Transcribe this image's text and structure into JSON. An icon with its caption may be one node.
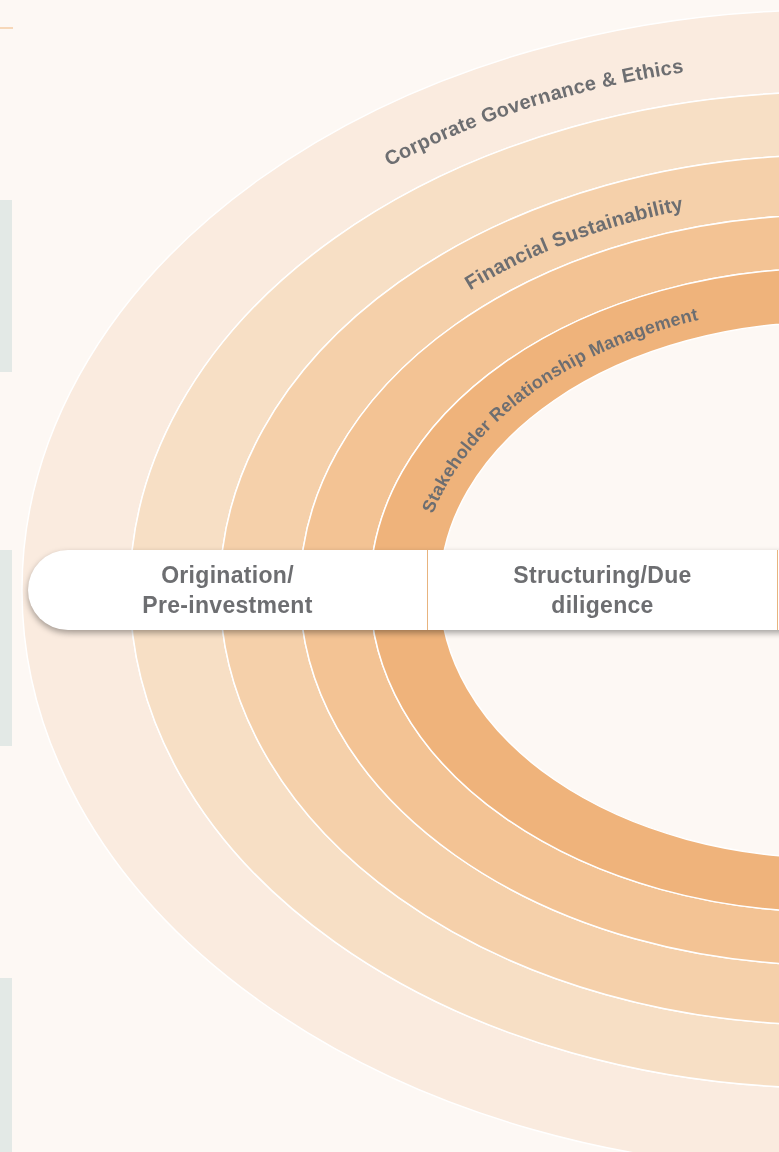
{
  "diagram": {
    "nodes": [
      {
        "text": [
          "Origination/ Pre-investment"
        ]
      },
      {
        "text": [
          "Structuring/Due diligence"
        ]
      }
    ],
    "edges": [],
    "labels": [
      "Corporate Governance & Ethics",
      "Financial Sustainability",
      "Stakeholder Relationship Management"
    ]
  }
}
